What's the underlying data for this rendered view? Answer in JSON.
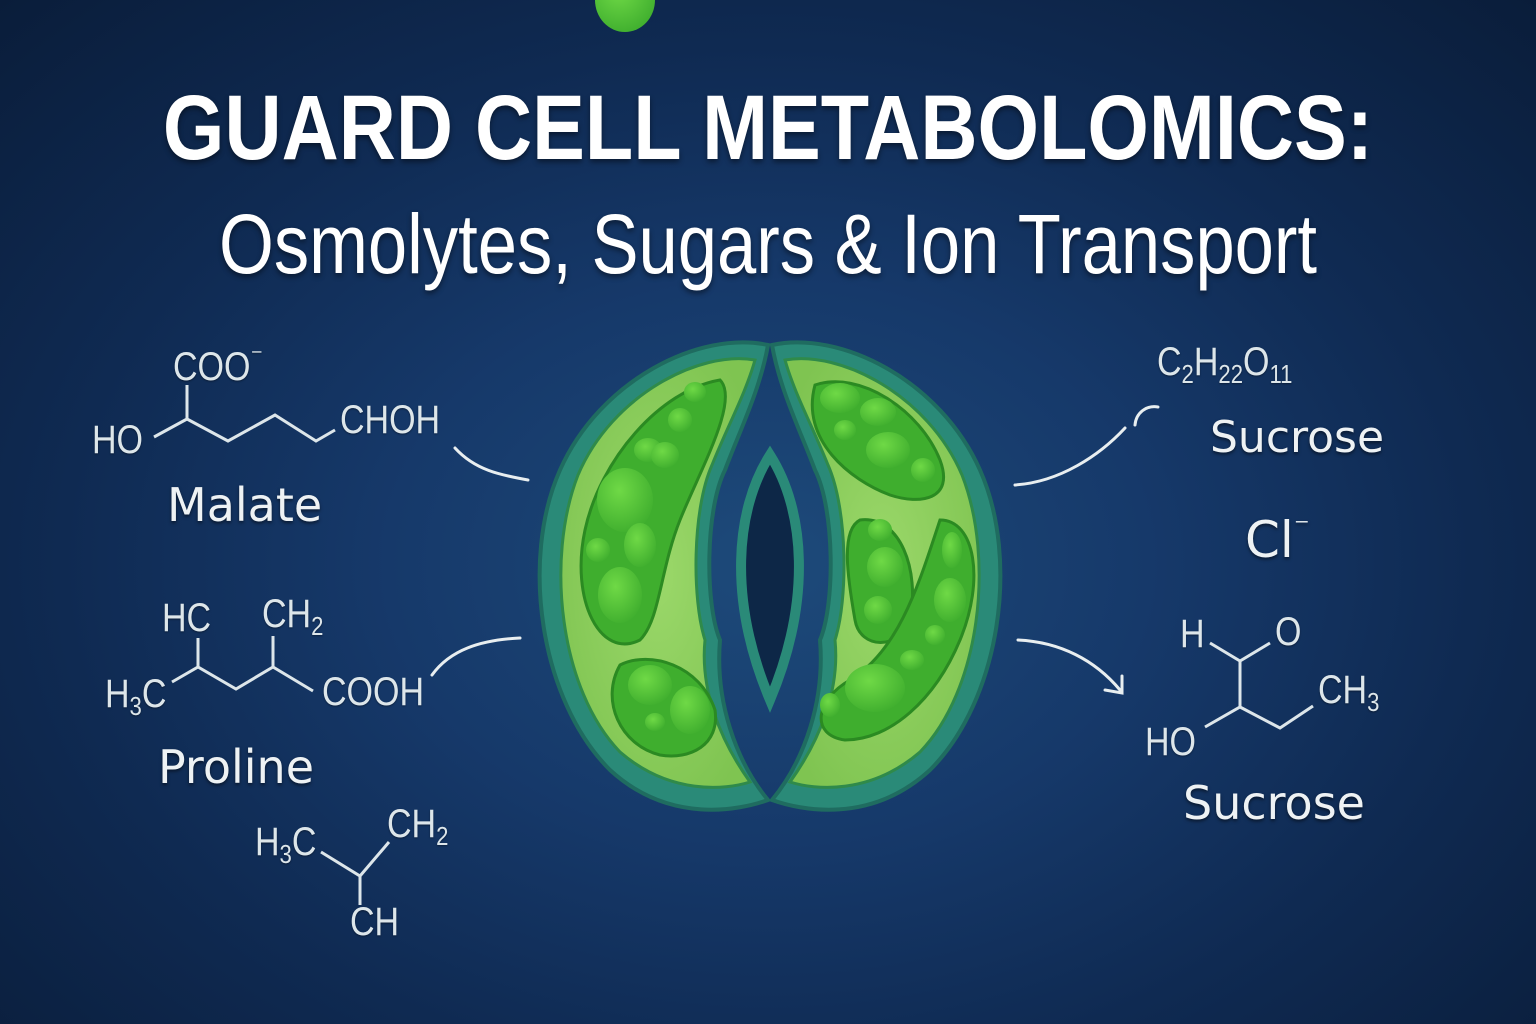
{
  "title": {
    "line1": "GUARD CELL METABOLOMICS:",
    "line2": "Osmolytes, Sugars & Ion Transport"
  },
  "left": {
    "malate": {
      "name": "Malate",
      "groups": {
        "top": "COO",
        "top_charge": "⁻",
        "left": "HO",
        "right": "CHOH"
      }
    },
    "proline": {
      "name": "Proline",
      "groups": {
        "hc": "HC",
        "ch2": "CH",
        "ch2_sub": "2",
        "h3c": "H",
        "h3c_sub": "3",
        "h3c_tail": "C",
        "cooh": "COOH"
      }
    },
    "fragment": {
      "groups": {
        "h3c": "H",
        "h3c_sub": "3",
        "h3c_tail": "C",
        "ch2": "CH",
        "ch2_sub": "2",
        "ch": "CH"
      }
    }
  },
  "right": {
    "formula": {
      "c": "C",
      "c_sub": "2",
      "h": "H",
      "h_sub": "22",
      "o": "O",
      "o_sub": "11"
    },
    "sucrose_top": "Sucrose",
    "chloride": {
      "symbol": "Cl",
      "charge": "⁻"
    },
    "sucrose_bottom": {
      "name": "Sucrose",
      "groups": {
        "h": "H",
        "o": "O",
        "ch3": "CH",
        "ch3_sub": "3",
        "ho": "HO"
      }
    }
  },
  "colors": {
    "background_center": "#1d4a7a",
    "background_edge": "#0a1d3a",
    "cell_wall": "#2a8a78",
    "cytoplasm": "#8ccf5a",
    "chloroplast": "#3fae2e",
    "granum": "#5cc83a",
    "pore": "#0d2747",
    "text": "#eef2f4"
  }
}
